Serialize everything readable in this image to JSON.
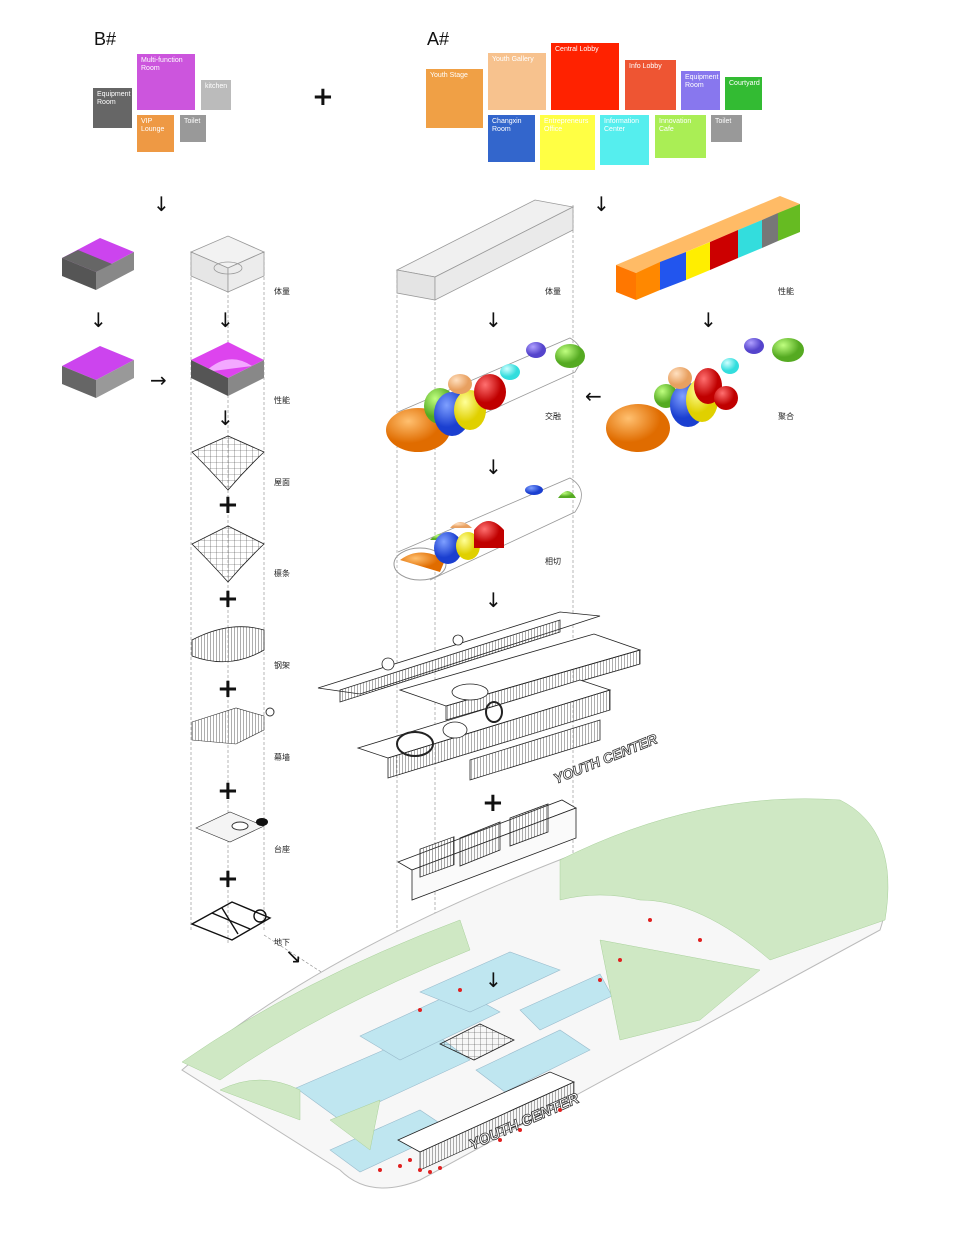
{
  "headers": {
    "b": "B#",
    "a": "A#"
  },
  "combine_symbol": "+",
  "program_b": [
    {
      "key": "equipment",
      "label": "Equipment Room",
      "color": "#666666"
    },
    {
      "key": "multifunction",
      "label": "Multi-function Room",
      "color": "#cc55dd"
    },
    {
      "key": "kitchen",
      "label": "kitchen",
      "color": "#bbbbbb"
    },
    {
      "key": "vip",
      "label": "VIP Lounge",
      "color": "#ee9944"
    },
    {
      "key": "toilet",
      "label": "Toilet",
      "color": "#999999"
    }
  ],
  "program_a": [
    {
      "key": "youth_stage",
      "label": "Youth Stage",
      "color": "#f0a045"
    },
    {
      "key": "youth_gallery",
      "label": "Youth Gallery",
      "color": "#f7c28e"
    },
    {
      "key": "central_lobby",
      "label": "Central Lobby",
      "color": "#ff2200"
    },
    {
      "key": "info_lobby",
      "label": "Info Lobby",
      "color": "#ee5533"
    },
    {
      "key": "equipment",
      "label": "Equipment Room",
      "color": "#8877ee"
    },
    {
      "key": "courtyard",
      "label": "Courtyard",
      "color": "#33bb33"
    },
    {
      "key": "changxin",
      "label": "Changxin Room",
      "color": "#3366cc"
    },
    {
      "key": "entrepreneurs",
      "label": "Entrepreneurs Office",
      "color": "#ffff44"
    },
    {
      "key": "information",
      "label": "Information Center",
      "color": "#55eeee"
    },
    {
      "key": "innovation",
      "label": "Innovation Cafe",
      "color": "#aaee55"
    },
    {
      "key": "toilet",
      "label": "Toilet",
      "color": "#999999"
    }
  ],
  "steps_b": [
    "体量",
    "性能",
    "屋面",
    "檩条",
    "钢架",
    "幕墙",
    "台座",
    "地下"
  ],
  "steps_a": [
    "体量",
    "性能",
    "交融",
    "聚合",
    "相切"
  ],
  "signage": "YOUTH CENTER",
  "arrows": {
    "down": "↓",
    "right": "→",
    "left": "←",
    "diag": "↘"
  }
}
